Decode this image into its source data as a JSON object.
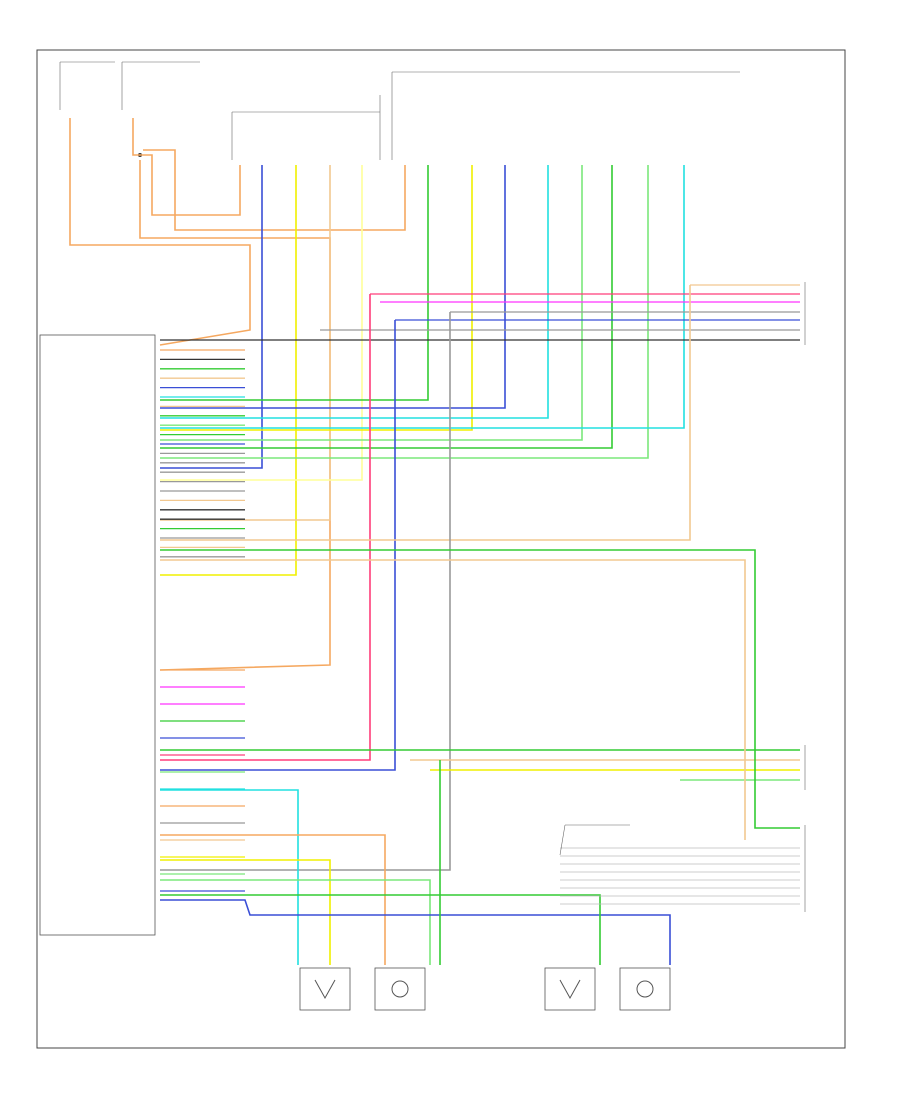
{
  "footer_code": "",
  "wire_colors": {
    "orange": "#f5a860",
    "blue": "#3a4fd6",
    "yellow": "#f0f000",
    "green": "#33cc33",
    "cyan": "#22e0e0",
    "light_green": "#7be87b",
    "pink": "#ff3d7a",
    "magenta": "#ff33ff",
    "tan": "#f2c890",
    "gray": "#999999",
    "dark": "#333333",
    "light_yellow": "#ffff99"
  },
  "ecm_module": {
    "name": "",
    "pins": [
      {
        "label": "",
        "color": "orange"
      },
      {
        "label": "",
        "color": "dark"
      },
      {
        "label": "",
        "color": "green"
      },
      {
        "label": "",
        "color": "tan"
      },
      {
        "label": "",
        "color": "blue"
      },
      {
        "label": "",
        "color": "cyan"
      },
      {
        "label": "",
        "color": "tan"
      },
      {
        "label": "",
        "color": "green"
      },
      {
        "label": "",
        "color": "light_green"
      },
      {
        "label": "",
        "color": "green"
      },
      {
        "label": "",
        "color": "blue"
      },
      {
        "label": "",
        "color": "gray"
      },
      {
        "label": "",
        "color": "gray"
      },
      {
        "label": "",
        "color": "gray"
      },
      {
        "label": "",
        "color": "gray"
      },
      {
        "label": "",
        "color": "gray"
      },
      {
        "label": "",
        "color": "tan"
      },
      {
        "label": "",
        "color": "dark"
      },
      {
        "label": "",
        "color": "dark"
      },
      {
        "label": "",
        "color": "green"
      },
      {
        "label": "",
        "color": "gray"
      },
      {
        "label": "",
        "color": "tan"
      },
      {
        "label": "",
        "color": "gray"
      }
    ],
    "lower_pins": [
      {
        "label": "",
        "color": "orange"
      },
      {
        "label": "",
        "color": "magenta"
      },
      {
        "label": "",
        "color": "magenta"
      },
      {
        "label": "",
        "color": "green"
      },
      {
        "label": "",
        "color": "blue"
      },
      {
        "label": "",
        "color": "pink"
      },
      {
        "label": "",
        "color": "light_green"
      },
      {
        "label": "",
        "color": "cyan"
      },
      {
        "label": "",
        "color": "orange"
      },
      {
        "label": "",
        "color": "gray"
      },
      {
        "label": "",
        "color": "tan"
      },
      {
        "label": "",
        "color": "yellow"
      },
      {
        "label": "",
        "color": "light_green"
      },
      {
        "label": "",
        "color": "blue"
      }
    ]
  },
  "top_left_labels": {
    "fuse_block_text": "",
    "splice_text": "",
    "lumbar_switch_text": "",
    "memory_switch_text": ""
  },
  "right_labels": {
    "upper_connector_text": "",
    "lower_connector_text": "",
    "left_seat_harness_1": "",
    "left_seat_harness_2": ""
  },
  "bottom_components": [
    {
      "name": "",
      "kind": "sensor"
    },
    {
      "name": "",
      "kind": "motor"
    },
    {
      "name": "",
      "kind": "sensor"
    },
    {
      "name": "",
      "kind": "motor"
    }
  ]
}
